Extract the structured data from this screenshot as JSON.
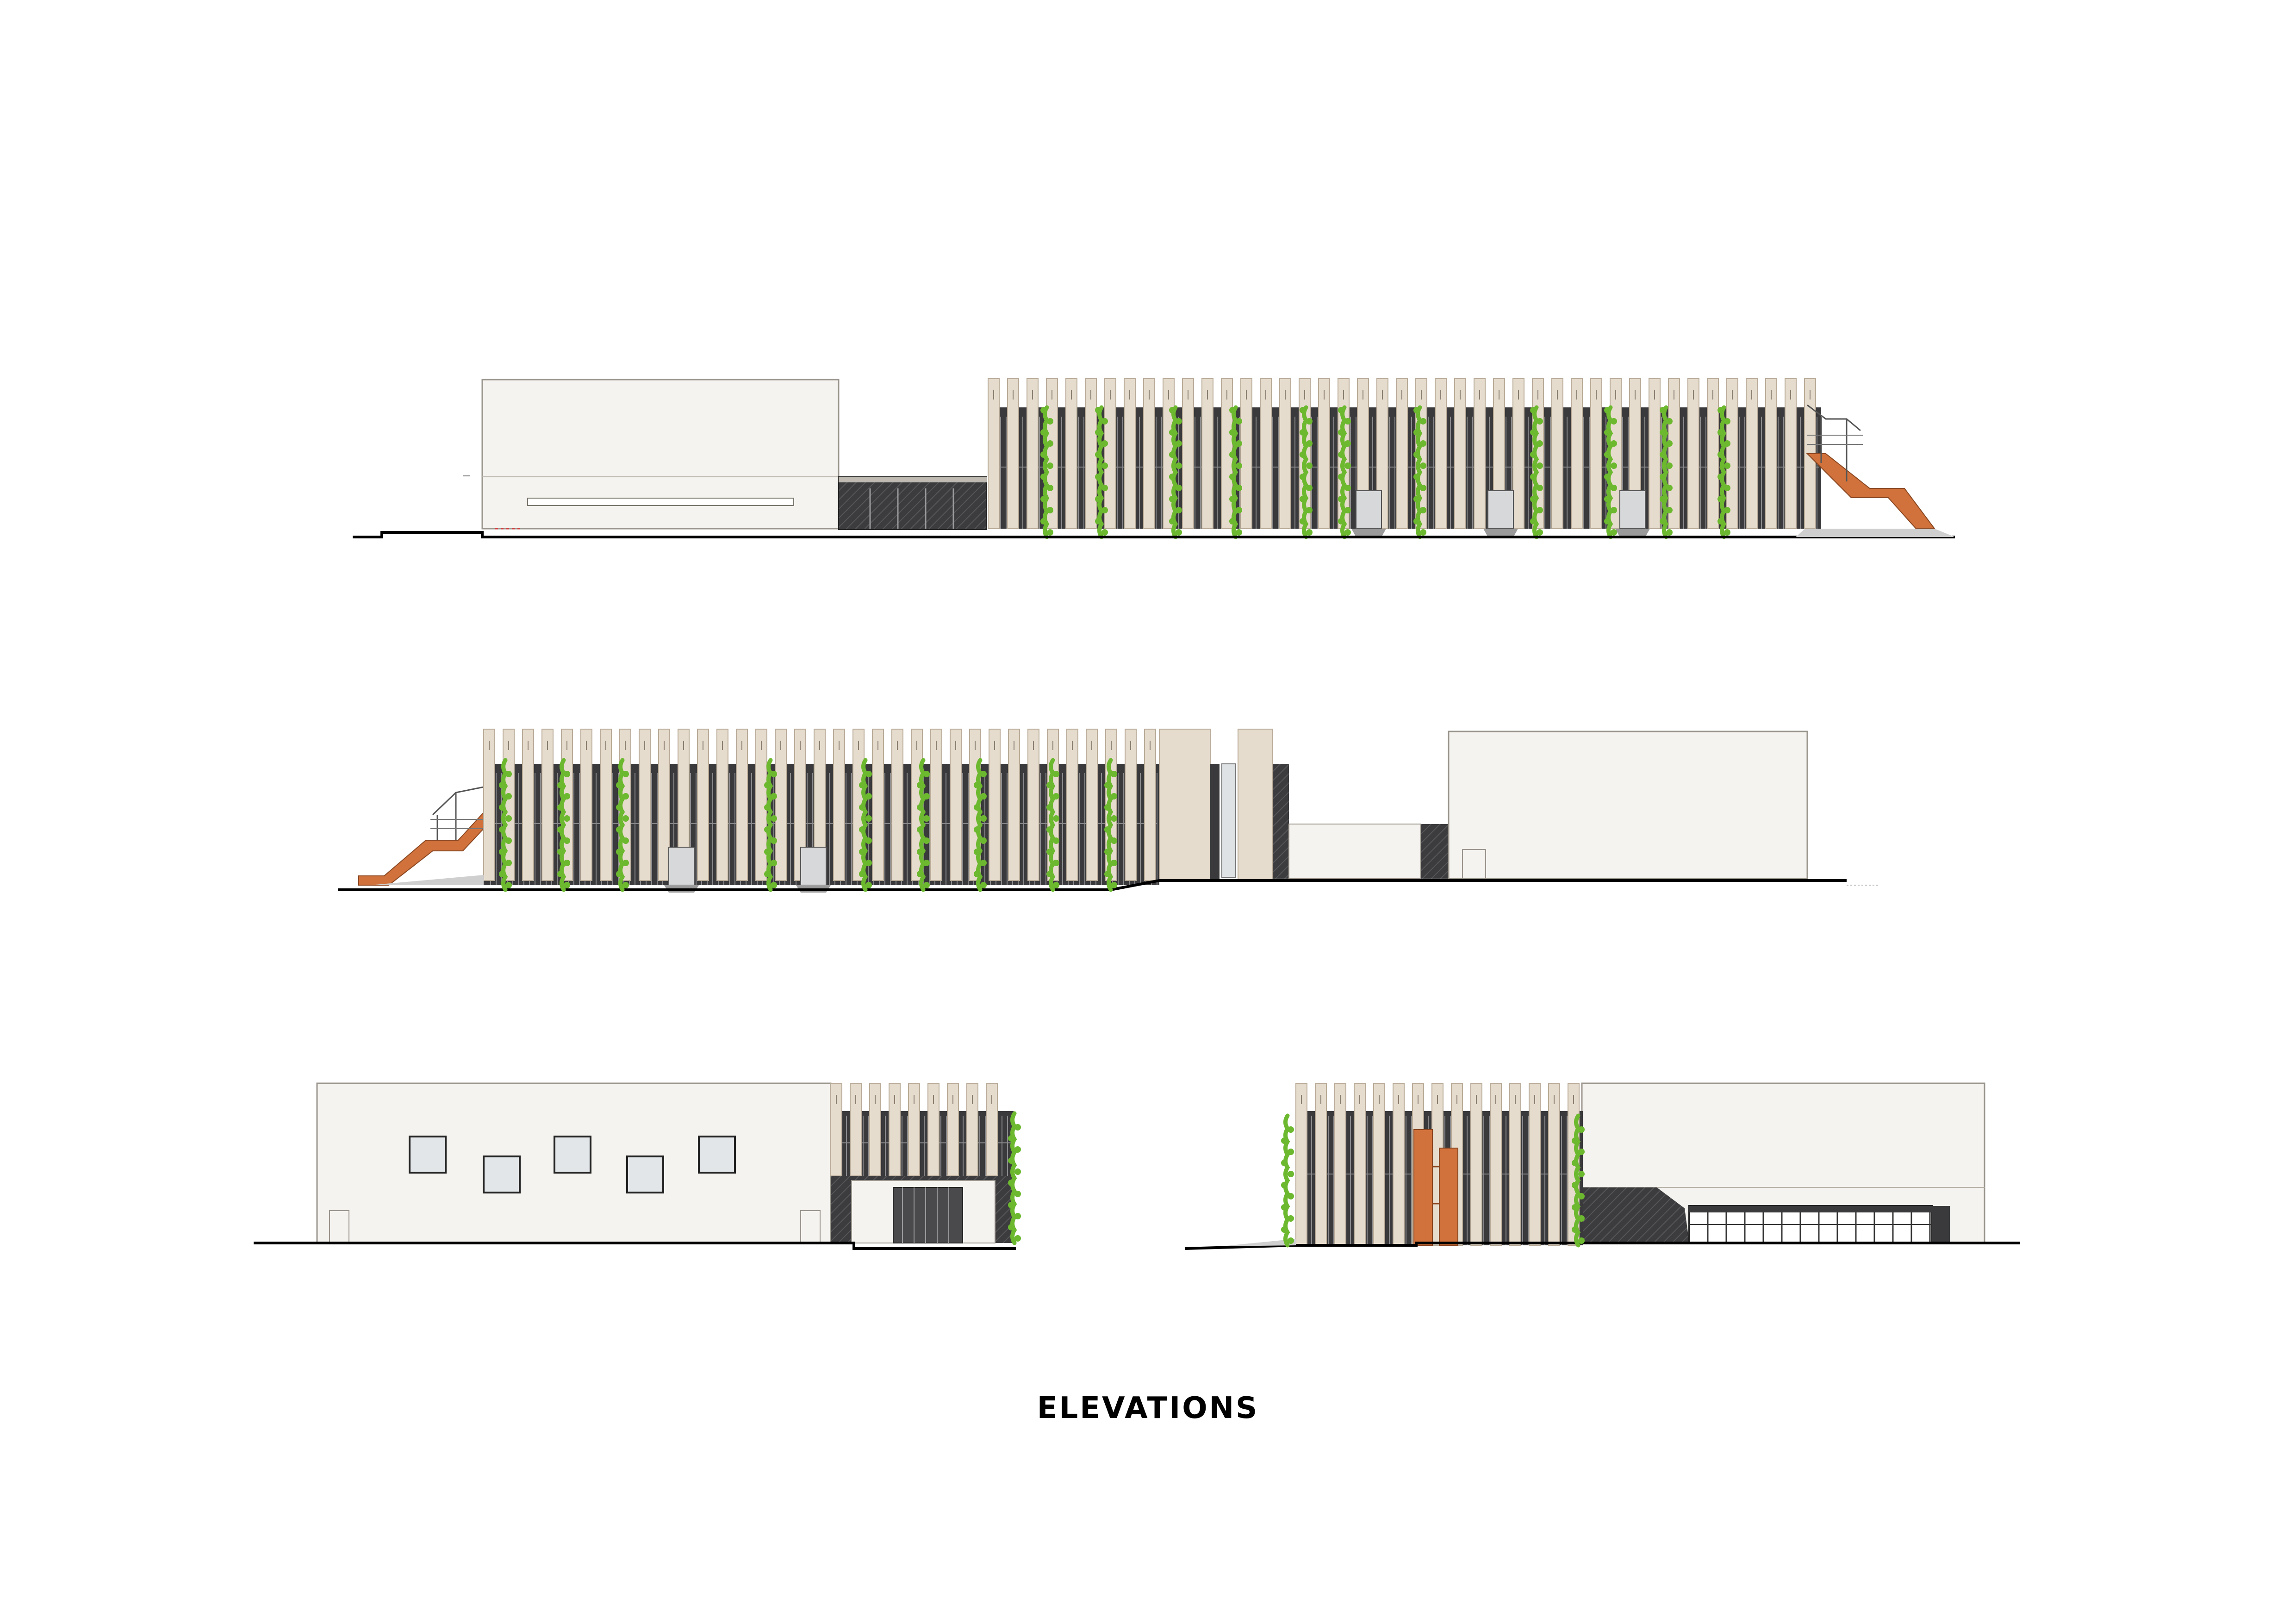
{
  "sheet": {
    "title": "ELEVATIONS"
  },
  "colors": {
    "background": "#ffffff",
    "render_cream": "#f5f3ef",
    "fin_beige": "#e6dccd",
    "fin_edge": "#b9ab98",
    "glazing_dark": "#3a3a3c",
    "mullion": "#8a8a8c",
    "dark_volume": "#3c3c3e",
    "stair_orange": "#d1723c",
    "ivy_green": "#6cb82f",
    "window_glass": "#e2e6e8",
    "ground_line": "#000000"
  },
  "elevations": [
    {
      "id": "elevation-1",
      "elements": [
        "render-block",
        "dark-glazed-link",
        "fin-facade",
        "vertical-greenery",
        "external-steel-stair"
      ]
    },
    {
      "id": "elevation-2",
      "elements": [
        "external-steel-stair",
        "fin-facade",
        "vertical-greenery",
        "render-block",
        "low-volume"
      ]
    },
    {
      "id": "elevation-3",
      "elements": [
        "render-block-with-windows",
        "fin-facade",
        "glazed-entrance",
        "vertical-greenery",
        "orange-stair-core",
        "glazed-ground-floor"
      ]
    }
  ]
}
